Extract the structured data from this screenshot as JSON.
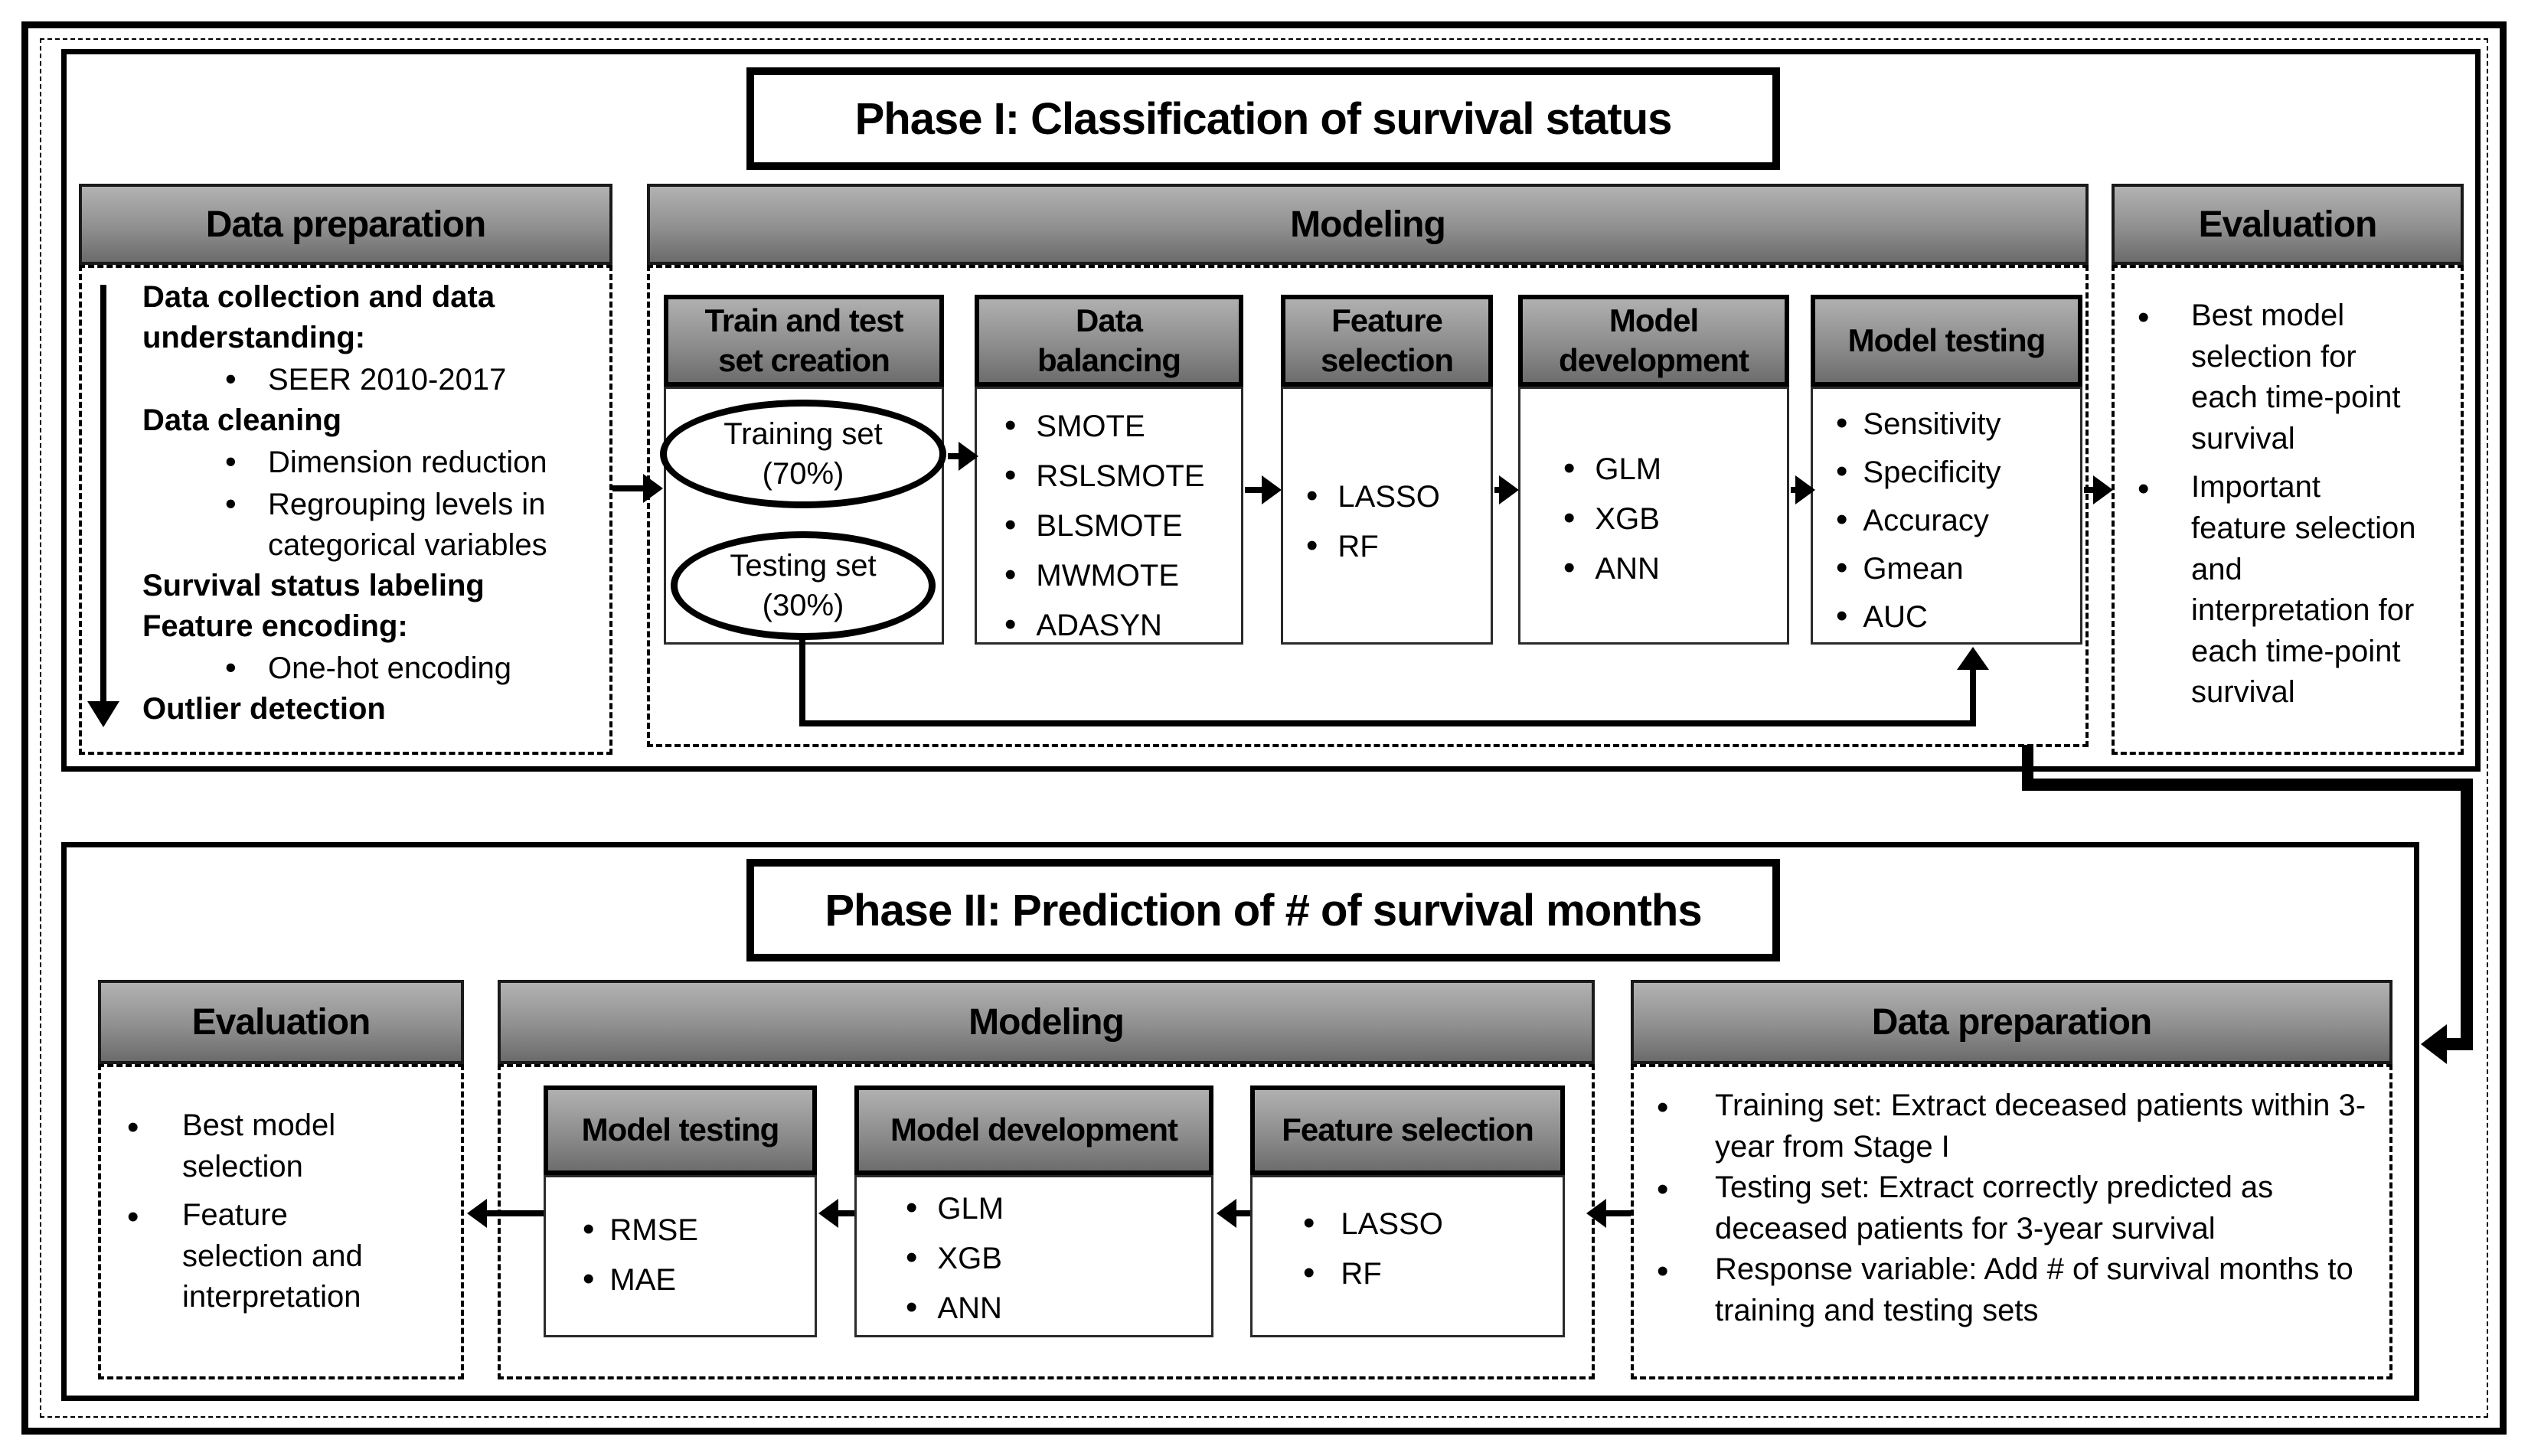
{
  "colors": {
    "background": "#ffffff",
    "border": "#000000",
    "header_gradient_top": "#b2b2b2",
    "header_gradient_bottom": "#6b6b6b"
  },
  "phase1": {
    "title": "Phase I: Classification of survival status",
    "data_prep": {
      "header": "Data preparation",
      "lines": [
        {
          "type": "heading",
          "text": "Data collection and data understanding:"
        },
        {
          "type": "bullet",
          "text": "SEER 2010-2017"
        },
        {
          "type": "heading",
          "text": "Data cleaning"
        },
        {
          "type": "bullet",
          "text": "Dimension reduction"
        },
        {
          "type": "bullet",
          "text": "Regrouping levels in categorical variables"
        },
        {
          "type": "heading",
          "text": "Survival status labeling"
        },
        {
          "type": "heading",
          "text": "Feature encoding:"
        },
        {
          "type": "bullet",
          "text": "One-hot encoding"
        },
        {
          "type": "heading",
          "text": "Outlier detection"
        }
      ]
    },
    "modeling": {
      "header": "Modeling",
      "train_test": {
        "header": "Train and test set creation",
        "training_ellipse": "Training set (70%)",
        "testing_ellipse": "Testing set (30%)"
      },
      "data_balancing": {
        "header": "Data balancing",
        "items": [
          "SMOTE",
          "RSLSMOTE",
          "BLSMOTE",
          "MWMOTE",
          "ADASYN"
        ]
      },
      "feature_selection": {
        "header": "Feature selection",
        "items": [
          "LASSO",
          "RF"
        ]
      },
      "model_development": {
        "header": "Model development",
        "items": [
          "GLM",
          "XGB",
          "ANN"
        ]
      },
      "model_testing": {
        "header": "Model testing",
        "items": [
          "Sensitivity",
          "Specificity",
          "Accuracy",
          "Gmean",
          "AUC"
        ]
      }
    },
    "evaluation": {
      "header": "Evaluation",
      "bullets": [
        "Best model selection for each time-point survival",
        "Important feature selection and interpretation for each time-point survival"
      ]
    }
  },
  "phase2": {
    "title": "Phase II: Prediction of # of survival months",
    "evaluation": {
      "header": "Evaluation",
      "bullets": [
        "Best model selection",
        "Feature selection and interpretation"
      ]
    },
    "modeling": {
      "header": "Modeling",
      "model_testing": {
        "header": "Model testing",
        "items": [
          "RMSE",
          "MAE"
        ]
      },
      "model_development": {
        "header": "Model development",
        "items": [
          "GLM",
          "XGB",
          "ANN"
        ]
      },
      "feature_selection": {
        "header": "Feature selection",
        "items": [
          "LASSO",
          "RF"
        ]
      }
    },
    "data_prep": {
      "header": "Data preparation",
      "bullets": [
        "Training set: Extract deceased patients within 3-year from Stage I",
        "Testing set: Extract correctly predicted as deceased patients for 3-year survival",
        "Response variable: Add # of survival months to training and testing sets"
      ]
    }
  }
}
